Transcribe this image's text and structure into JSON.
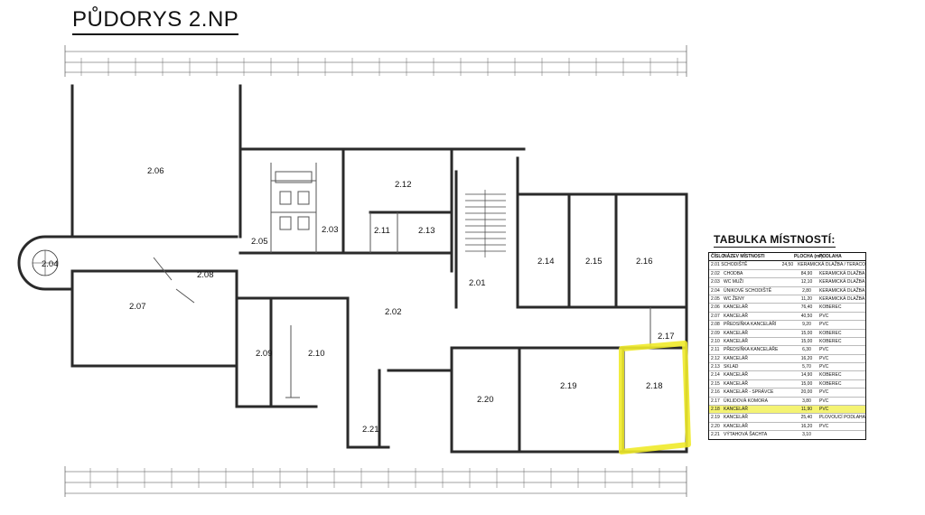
{
  "title": "PŮDORYS 2.NP",
  "legend": {
    "title": "TABULKA MÍSTNOSTÍ:",
    "headers": [
      "ČÍSLO",
      "NÁZEV MÍSTNOSTI",
      "PLOCHA (m²)",
      "PODLAHA"
    ],
    "rows": [
      [
        "2.01",
        "SCHODIŠTĚ",
        "24,50",
        "KERAMICKÁ DLAŽBA / TERACO"
      ],
      [
        "2.02",
        "CHODBA",
        "84,90",
        "KERAMICKÁ DLAŽBA"
      ],
      [
        "2.03",
        "WC MUŽI",
        "12,10",
        "KERAMICKÁ DLAŽBA"
      ],
      [
        "2.04",
        "ÚNIKOVÉ SCHODIŠTĚ",
        "2,80",
        "KERAMICKÁ DLAŽBA"
      ],
      [
        "2.05",
        "WC ŽENY",
        "11,20",
        "KERAMICKÁ DLAŽBA"
      ],
      [
        "2.06",
        "KANCELÁŘ",
        "76,40",
        "KOBEREC"
      ],
      [
        "2.07",
        "KANCELÁŘ",
        "40,50",
        "PVC"
      ],
      [
        "2.08",
        "PŘEDSÍŇKA KANCELÁŘÍ",
        "9,20",
        "PVC"
      ],
      [
        "2.09",
        "KANCELÁŘ",
        "15,00",
        "KOBEREC"
      ],
      [
        "2.10",
        "KANCELÁŘ",
        "15,00",
        "KOBEREC"
      ],
      [
        "2.11",
        "PŘEDSÍŇKA KANCELÁŘE",
        "6,30",
        "PVC"
      ],
      [
        "2.12",
        "KANCELÁŘ",
        "16,20",
        "PVC"
      ],
      [
        "2.13",
        "SKLAD",
        "5,70",
        "PVC"
      ],
      [
        "2.14",
        "KANCELÁŘ",
        "14,90",
        "KOBEREC"
      ],
      [
        "2.15",
        "KANCELÁŘ",
        "15,00",
        "KOBEREC"
      ],
      [
        "2.16",
        "KANCELÁŘ - SPRÁVCE",
        "20,00",
        "PVC"
      ],
      [
        "2.17",
        "ÚKLIDOVÁ KOMORA",
        "3,80",
        "PVC"
      ],
      [
        "2.18",
        "KANCELÁŘ",
        "11,90",
        "PVC"
      ],
      [
        "2.19",
        "KANCELÁŘ",
        "25,40",
        "PLOVOUCÍ PODLAHA"
      ],
      [
        "2.20",
        "KANCELÁŘ",
        "16,20",
        "PVC"
      ],
      [
        "2.21",
        "VÝTAHOVÁ ŠACHTA",
        "3,10",
        ""
      ]
    ],
    "highlighted_row": 17,
    "highlight_color": "#f4f373"
  },
  "rooms": {
    "r206": "2.06",
    "r212": "2.12",
    "r205": "2.05",
    "r203": "2.03",
    "r211": "2.11",
    "r213": "2.13",
    "r204": "2.04",
    "r208": "2.08",
    "r201": "2.01",
    "r214": "2.14",
    "r215": "2.15",
    "r216": "2.16",
    "r207": "2.07",
    "r202": "2.02",
    "r217": "2.17",
    "r209": "2.09",
    "r210": "2.10",
    "r218": "2.18",
    "r219": "2.19",
    "r220": "2.20",
    "r221": "2.21"
  },
  "colors": {
    "highlight_marker": "#f0ea2a",
    "wall": "#2a2a2a"
  }
}
